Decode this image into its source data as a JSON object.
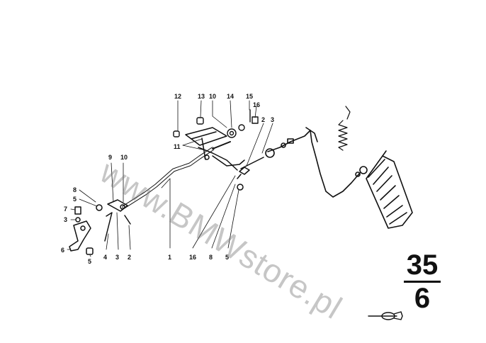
{
  "watermark": "www.BMWstore.pl",
  "group": {
    "main": "35",
    "sub": "6"
  },
  "callouts": {
    "c1": "1",
    "c2a": "2",
    "c2b": "2",
    "c3a": "3",
    "c3b": "3",
    "c3c": "3",
    "c4": "4",
    "c5a": "5",
    "c5b": "5",
    "c5c": "5",
    "c6": "6",
    "c7": "7",
    "c8a": "8",
    "c8b": "8",
    "c9": "9",
    "c10a": "10",
    "c10b": "10",
    "c11": "11",
    "c12": "12",
    "c13": "13",
    "c14": "14",
    "c15": "15",
    "c16a": "16",
    "c16b": "16"
  },
  "icons": [
    "accelerator-linkage-icon",
    "pedal-icon",
    "return-spring-icon",
    "key-icon"
  ]
}
